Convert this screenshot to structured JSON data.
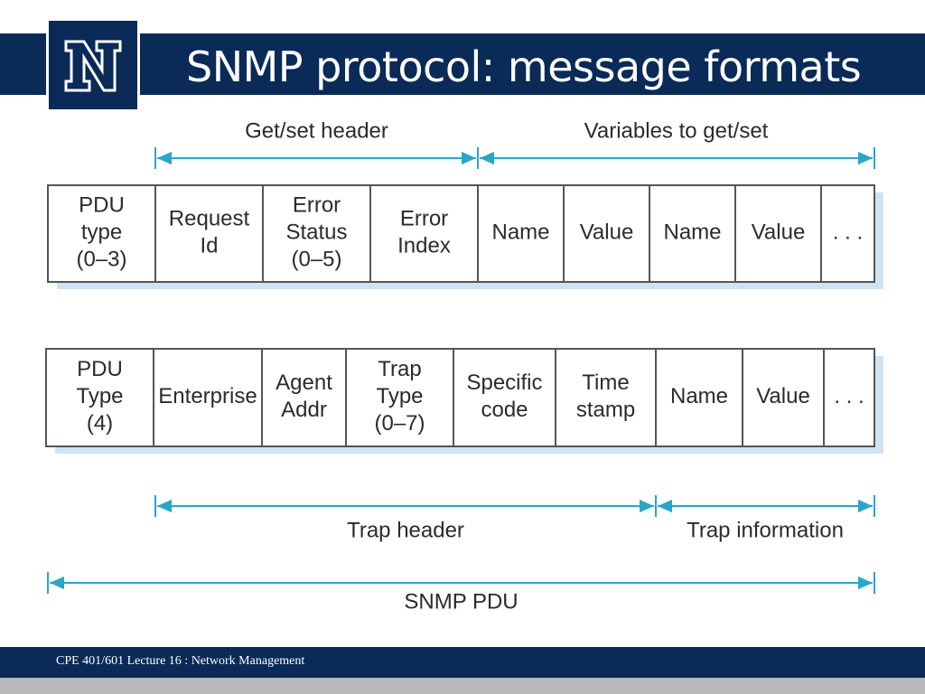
{
  "slide": {
    "title": "SNMP protocol: message formats",
    "footer": "CPE 401/601 Lecture 16 : Network Management"
  },
  "colors": {
    "brand_navy": "#0a2a57",
    "arrow_cyan": "#2aa6c8",
    "field_shadow": "#cfe3f2",
    "footer_gray": "#b9b9b9"
  },
  "logo": {
    "glyph": "N",
    "icon": "nevada-block-n-logo"
  },
  "getset_pdu": {
    "spans": [
      {
        "id": "get-set-header",
        "label": "Get/set header"
      },
      {
        "id": "variables-to-get-set",
        "label": "Variables to get/set"
      }
    ],
    "fields": [
      [
        "PDU",
        "type",
        "(0–3)"
      ],
      [
        "Request",
        "Id"
      ],
      [
        "Error",
        "Status",
        "(0–5)"
      ],
      [
        "Error",
        "Index"
      ],
      [
        "Name"
      ],
      [
        "Value"
      ],
      [
        "Name"
      ],
      [
        "Value"
      ],
      [
        ". . ."
      ]
    ]
  },
  "trap_pdu": {
    "fields": [
      [
        "PDU",
        "Type",
        "(4)"
      ],
      [
        "Enterprise"
      ],
      [
        "Agent",
        "Addr"
      ],
      [
        "Trap",
        "Type",
        "(0–7)"
      ],
      [
        "Specific",
        "code"
      ],
      [
        "Time",
        "stamp"
      ],
      [
        "Name"
      ],
      [
        "Value"
      ],
      [
        ". . ."
      ]
    ],
    "spans": [
      {
        "id": "trap-header",
        "label": "Trap header"
      },
      {
        "id": "trap-information",
        "label": "Trap information"
      },
      {
        "id": "snmp-pdu",
        "label": "SNMP PDU"
      }
    ]
  }
}
